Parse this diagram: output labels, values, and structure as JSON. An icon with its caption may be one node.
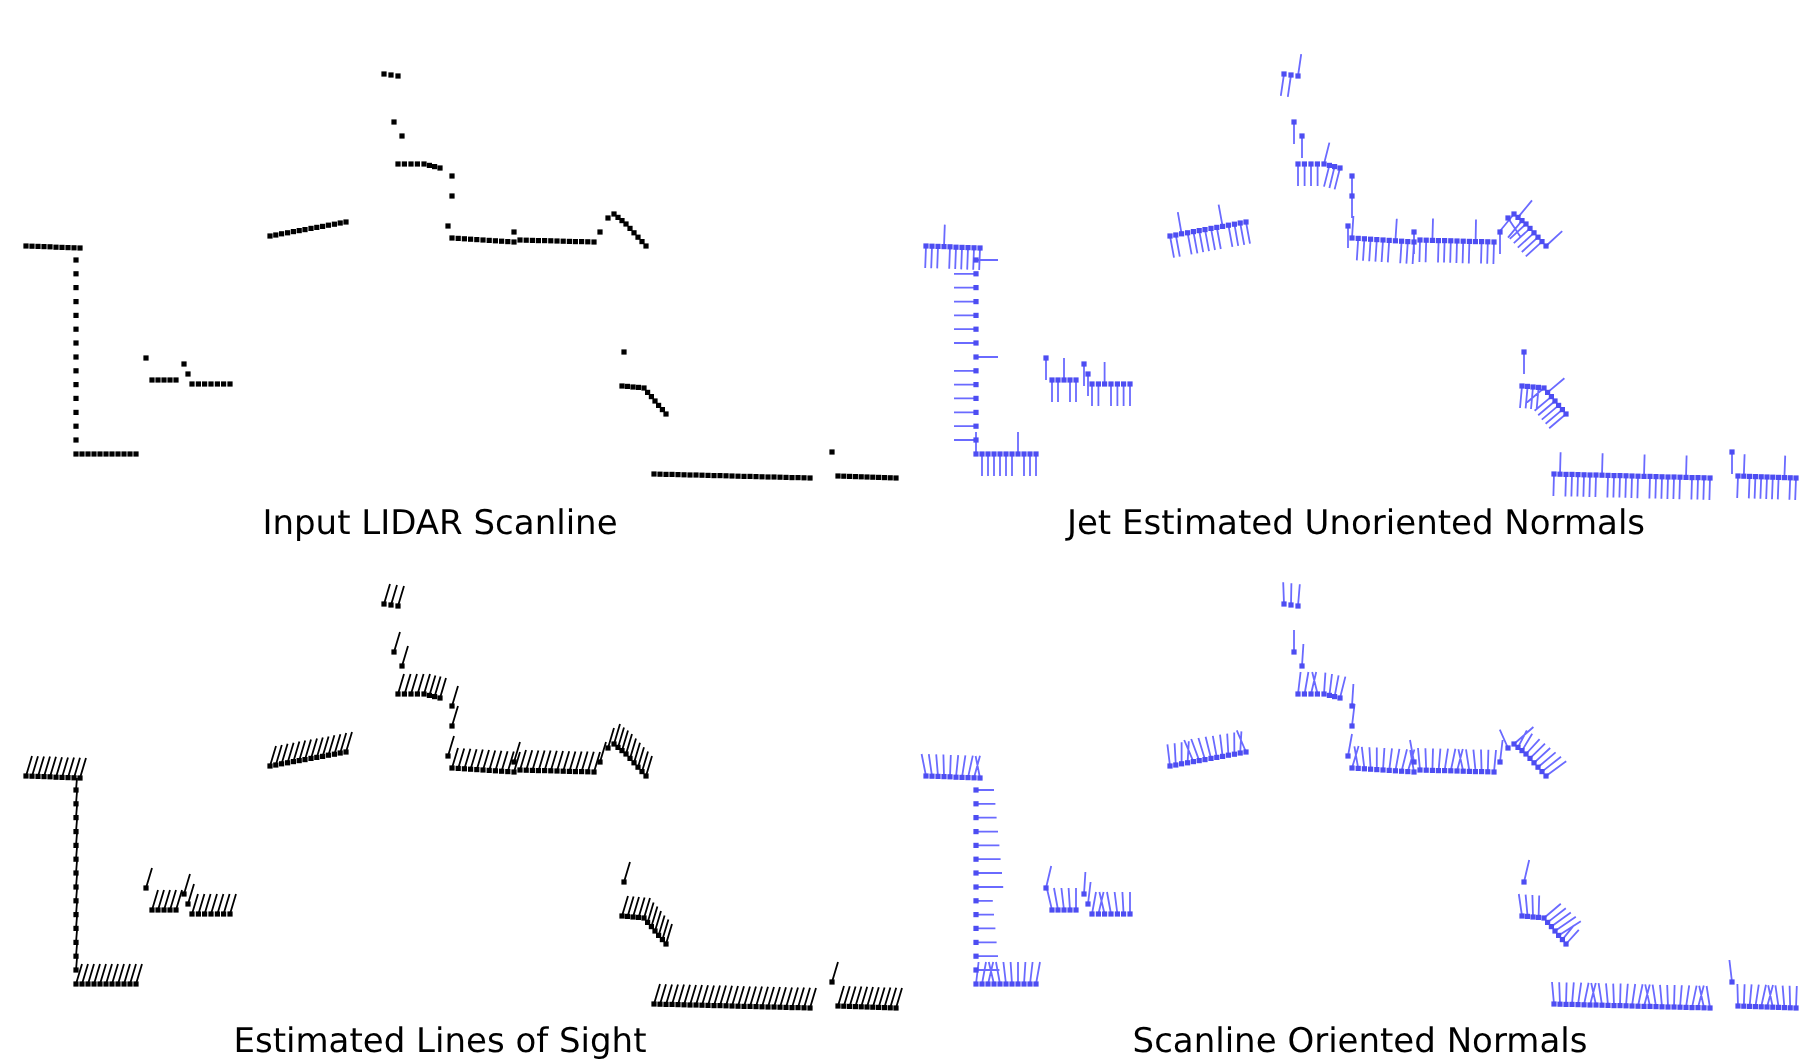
{
  "diagram": {
    "labels": [
      "Input LIDAR Scanline",
      "Jet Estimated Unoriented Normals",
      "Estimated Lines of Sight",
      "Scanline Oriented Normals"
    ]
  }
}
